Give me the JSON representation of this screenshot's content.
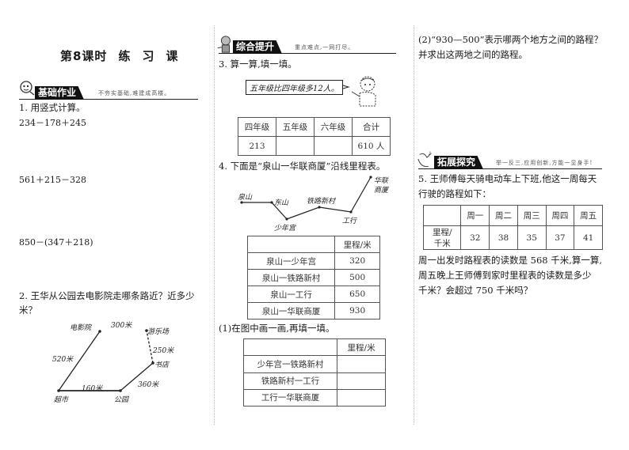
{
  "page_title": {
    "lesson": "第8课时",
    "w1": "练",
    "w2": "习",
    "w3": "课"
  },
  "sections": {
    "basic": {
      "badge": "基础作业",
      "slogan": "不夯实基础,难建成高楼。",
      "icon": "cartoon-mascot-icon"
    },
    "comprehensive": {
      "badge": "综合提升",
      "slogan": "重点难点,一网打尽。",
      "icon": "cartoon-mascot-icon"
    },
    "extension": {
      "badge": "拓展探究",
      "slogan": "举一反三,应用创新,方能一显身手!",
      "icon": "cartoon-mascot-icon"
    }
  },
  "q1": {
    "prompt": "1. 用竖式计算。",
    "exprs": [
      "234－178＋245",
      "561＋215－328",
      "850－(347＋218)"
    ]
  },
  "q2": {
    "prompt_line1": "2. 王华从公园去电影院走哪条路近？近多少",
    "prompt_line2": "米？",
    "map": {
      "places": {
        "cinema": "电影院",
        "playground": "游乐场",
        "bookstore": "书店",
        "supermarket": "超市",
        "park": "公园"
      },
      "distances": {
        "cinema_top": "300米",
        "playground_bookstore": "250米",
        "supermarket_cinema": "520米",
        "supermarket_park": "160米",
        "park_bookstore": "360米"
      }
    }
  },
  "q3": {
    "prompt": "3. 算一算,填一填。",
    "speech": "五年级比四年级多12人。",
    "headers": [
      "四年级",
      "五年级",
      "六年级",
      "合计"
    ],
    "values": [
      "213",
      "",
      "",
      "610 人"
    ]
  },
  "q4": {
    "prompt": "4. 下面是“泉山一华联商厦”沿线里程表。",
    "route": {
      "quanshan": "泉山",
      "dongshan": "东山",
      "shaoniangong": "少年宫",
      "tielu": "铁路新村",
      "gonghang": "工行",
      "hualian_1": "华联",
      "hualian_2": "商厦"
    },
    "table1": {
      "header": [
        "",
        "里程/米"
      ],
      "rows": [
        [
          "泉山一少年宫",
          "320"
        ],
        [
          "泉山一铁路新村",
          "500"
        ],
        [
          "泉山一工行",
          "650"
        ],
        [
          "泉山一华联商厦",
          "930"
        ]
      ]
    },
    "sub1": "(1)在图中画一画,再填一填。",
    "table2": {
      "header": [
        "",
        "里程/米"
      ],
      "rows": [
        [
          "少年宫一铁路新村",
          ""
        ],
        [
          "铁路新村一工行",
          ""
        ],
        [
          "工行一华联商厦",
          ""
        ]
      ]
    },
    "sub2_line1": "(2)“930—500”表示哪两个地方之间的路程？",
    "sub2_line2": "并求出这两地之间的路程。"
  },
  "q5": {
    "prompt_line1": "5. 王师傅每天骑电动车上下班,他这一周每天",
    "prompt_line2": "行驶的路程如下：",
    "headers": [
      "",
      "周一",
      "周二",
      "周三",
      "周四",
      "周五"
    ],
    "row_label_1": "里程/",
    "row_label_2": "千米",
    "values": [
      "32",
      "38",
      "35",
      "37",
      "41"
    ],
    "text_line1": "周一出发时路程表的读数是 568 千米,算一算,",
    "text_line2": "周五晚上王师傅到家时里程表的读数是多少",
    "text_line3": "千米？会超过 750 千米吗？"
  }
}
